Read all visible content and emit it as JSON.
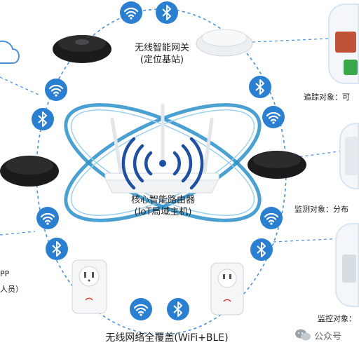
{
  "labels": {
    "gateway_line1": "无线智能网关",
    "gateway_line2": "(定位基站)",
    "router_line1": "核心智能路由器",
    "router_line2": "(IoT局域主机)",
    "coverage": "无线网络全覆盖(WiFi+BLE)",
    "tracking": "追踪对象：可",
    "monitoring": "监测对象：分布",
    "control": "监控对象：",
    "left_pp": "PP",
    "left_people": "人员）",
    "watermark": "公众号"
  },
  "icons": {
    "wifi": "wifi-icon",
    "bluetooth": "bluetooth-icon",
    "cloud": "cloud-icon",
    "chat": "wechat-icon"
  },
  "colors": {
    "badge": "#2b7fd1",
    "ring": "#4a90d9",
    "ellipse": "#2a8fc8",
    "text": "#222222"
  }
}
